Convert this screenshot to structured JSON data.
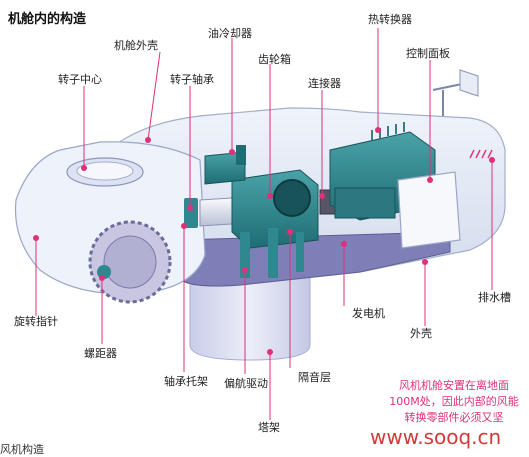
{
  "title": "机舱内的构造",
  "labels": {
    "nacelle_cover": "机舱外壳",
    "oil_cooler": "油冷却器",
    "heat_exchanger": "热转换器",
    "gearbox": "齿轮箱",
    "control_panel": "控制面板",
    "rotor_hub": "转子中心",
    "rotor_bearing": "转子轴承",
    "coupling": "连接器",
    "spinner": "旋转指针",
    "pitch": "螺距器",
    "bearing_support": "轴承托架",
    "yaw_drive": "偏航驱动",
    "generator": "发电机",
    "housing": "外壳",
    "drain": "排水槽",
    "sound_insulation": "隔音层",
    "tower": "塔架"
  },
  "note": "风机机舱安置在离地面100M处，因此内部的风能转换零部件必须又坚",
  "watermark": "www.sooq.cn",
  "fragment": "风机构造"
}
